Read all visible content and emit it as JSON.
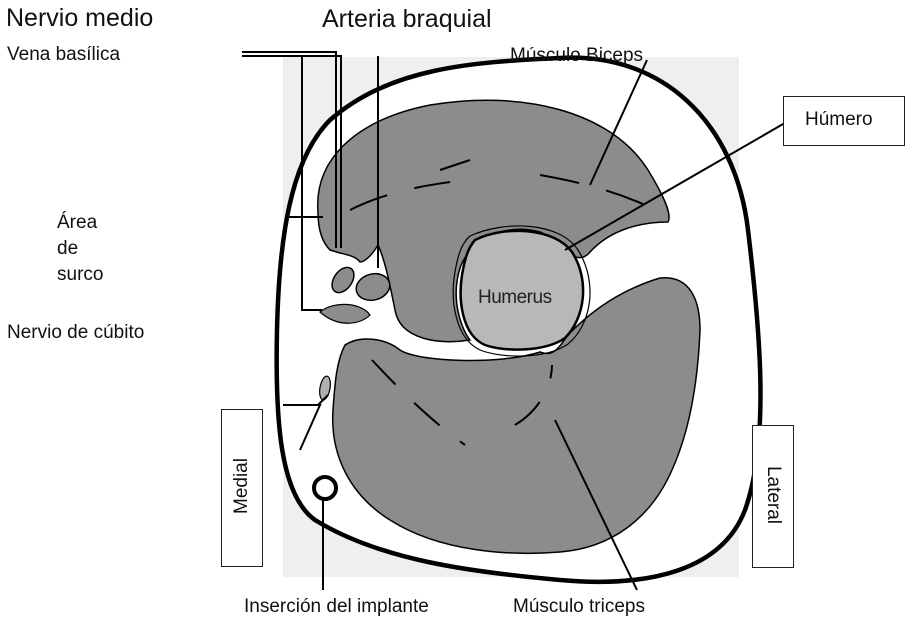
{
  "labels": {
    "median_nerve": "Nervio medio",
    "brachial_artery": "Arteria braquial",
    "basilic_vein": "Vena basílica",
    "biceps": "Músculo Biceps",
    "humerus_box": "Húmero",
    "groove_area_line1": "Área",
    "groove_area_line2": "de",
    "groove_area_line3": "surco",
    "ulnar_nerve": "Nervio de cúbito",
    "humerus_bone": "Humerus",
    "medial": "Medial",
    "lateral": "Lateral",
    "implant_insertion": "Inserción del implante",
    "triceps": "Músculo triceps"
  },
  "colors": {
    "muscle": "#8c8c8c",
    "bone": "#b8b8b8",
    "background_panel": "#efefef",
    "outline": "#000000"
  }
}
